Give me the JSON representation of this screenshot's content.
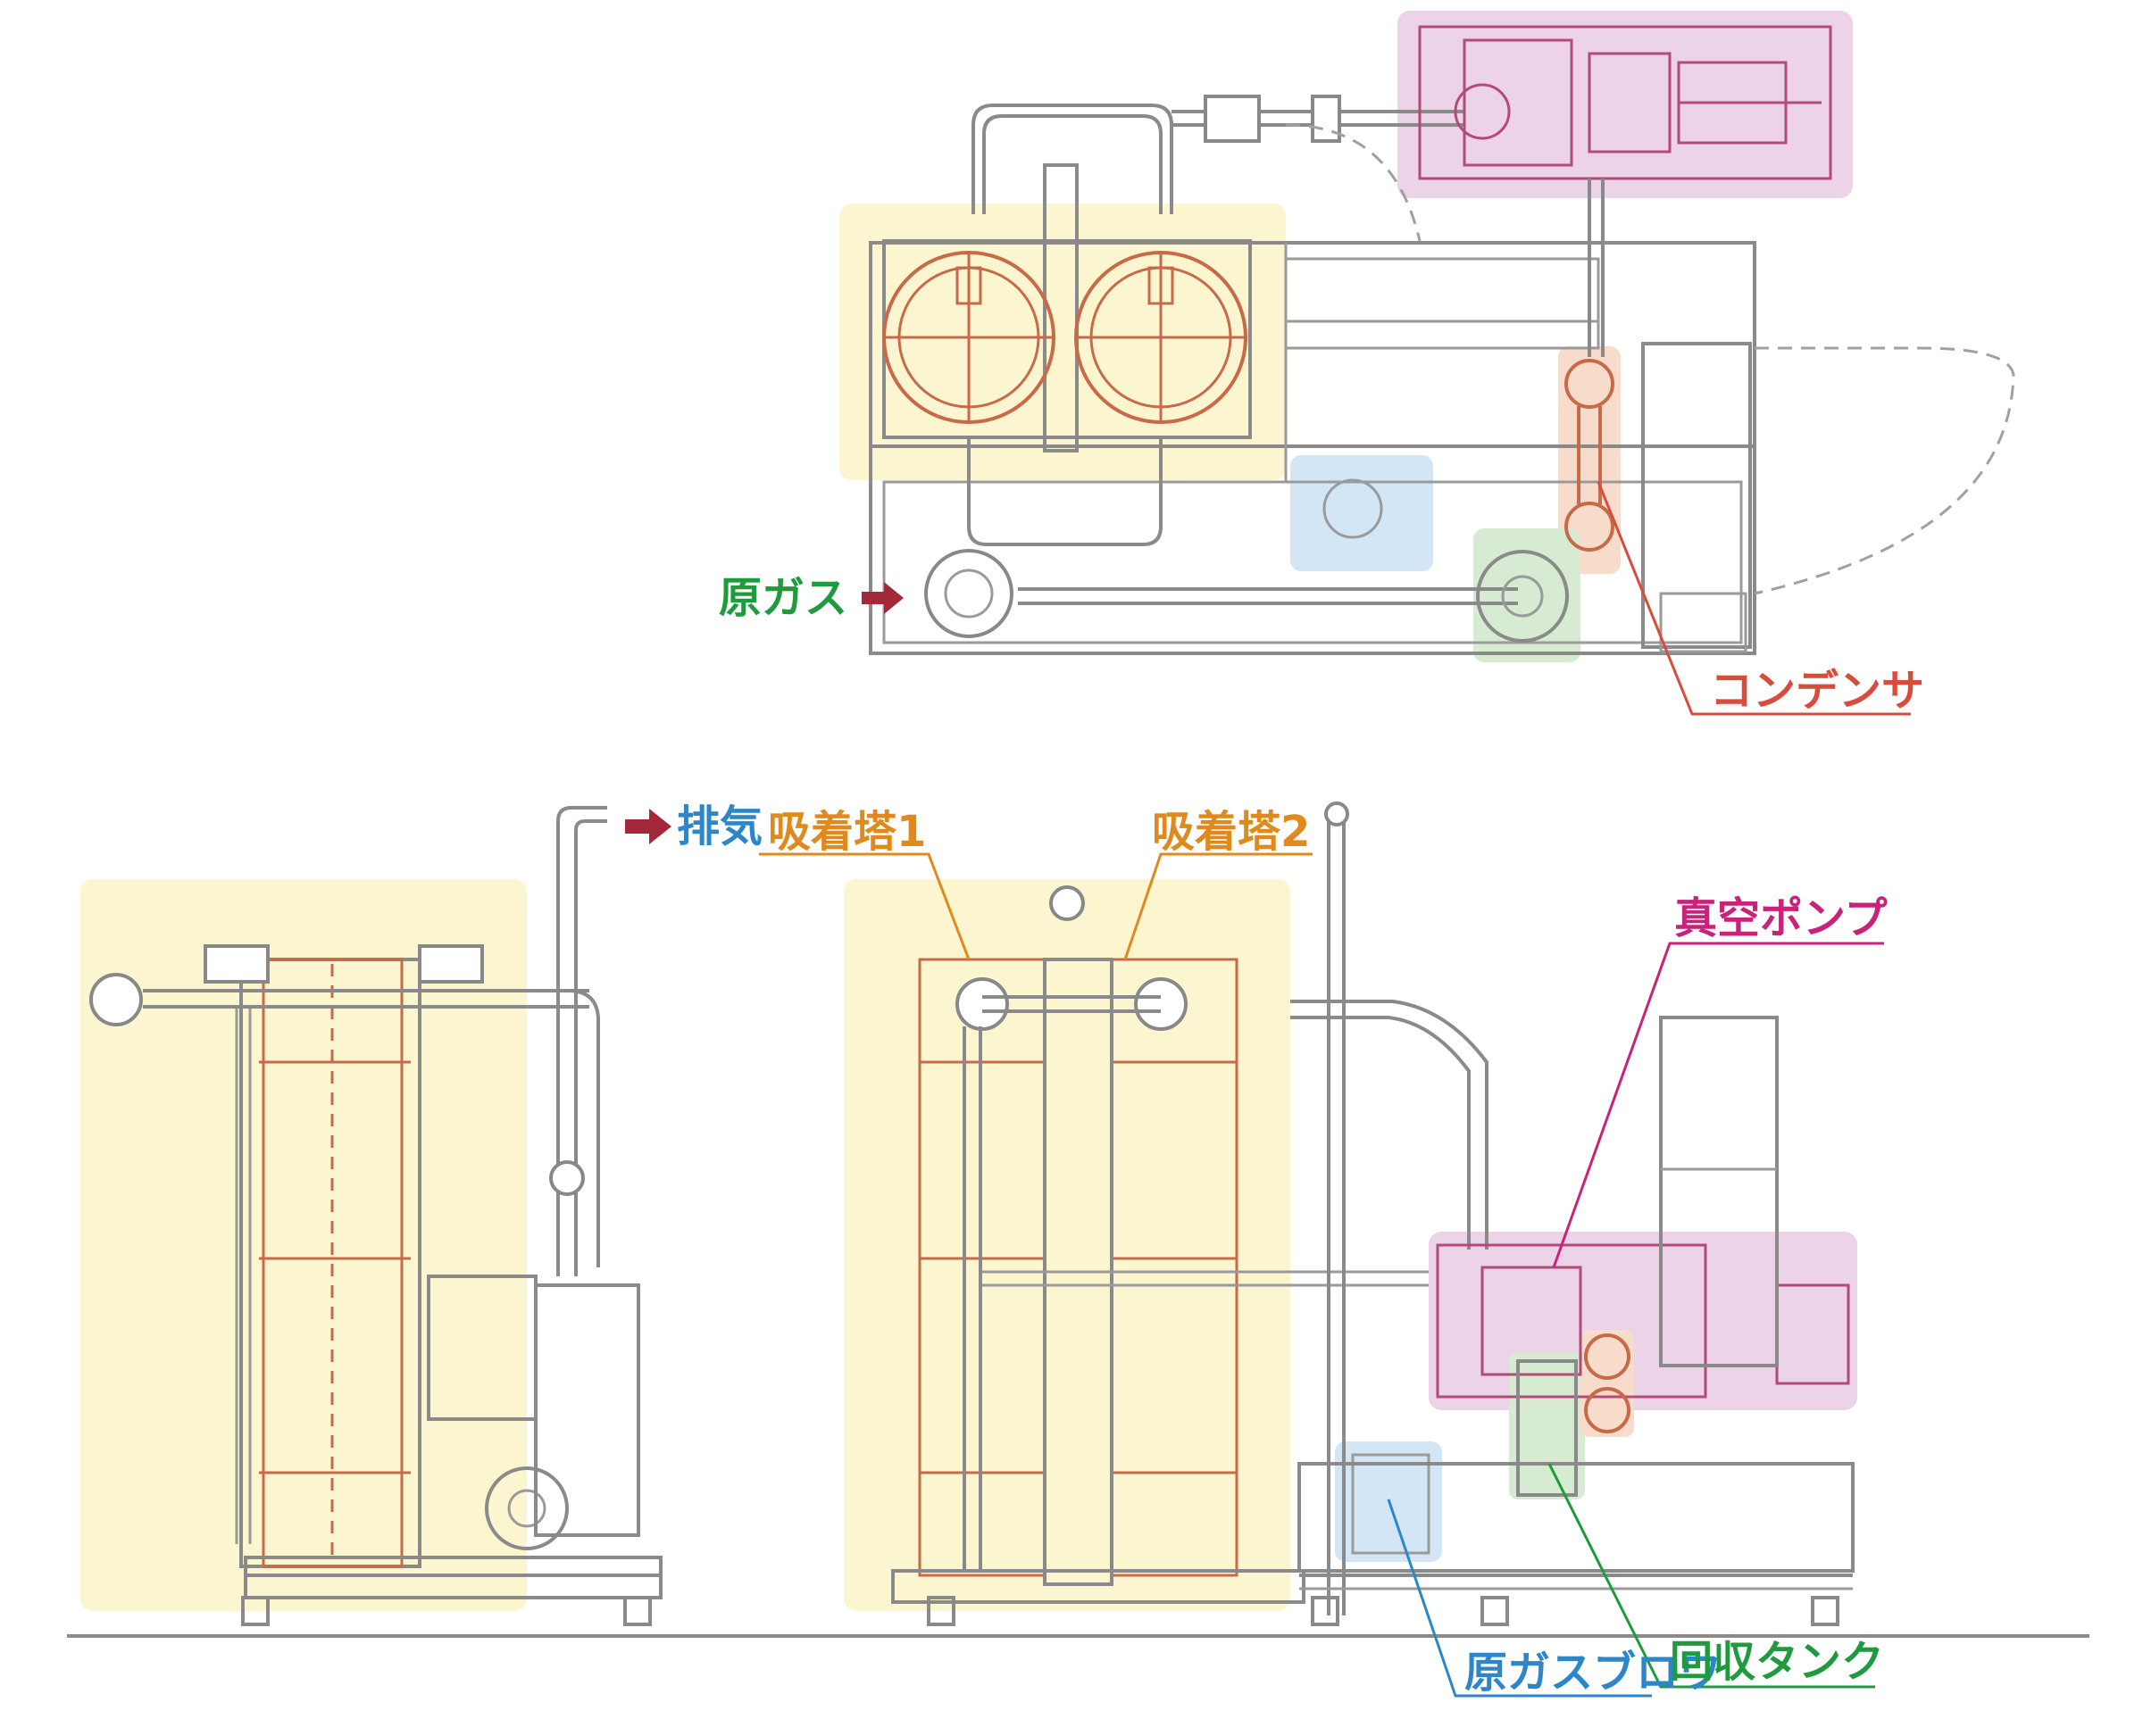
{
  "labels": {
    "raw_gas": "原ガス",
    "condenser": "コンデンサ",
    "exhaust": "排気",
    "adsorption_tower_1": "吸着塔1",
    "adsorption_tower_2": "吸着塔2",
    "vacuum_pump": "真空ポンプ",
    "raw_gas_blower": "原ガスブロワ",
    "recovery_tank": "回収タンク"
  },
  "colors": {
    "highlight_yellow": "#fbf6cf",
    "highlight_pink": "#ecd3e7",
    "highlight_blue": "#d3e6f5",
    "highlight_green": "#d6ebd2",
    "highlight_orange": "#f8dccb",
    "label_green": "#1f9a3c",
    "label_orange": "#e08a1e",
    "label_magenta": "#c8227a",
    "label_blue": "#2d86c8",
    "label_red": "#d94b3c",
    "arrow_red": "#a3283a",
    "drawing_line": "#8a8a8a"
  },
  "icons": {
    "raw_gas_arrow": "arrow-right-icon",
    "exhaust_arrow": "arrow-right-icon"
  }
}
